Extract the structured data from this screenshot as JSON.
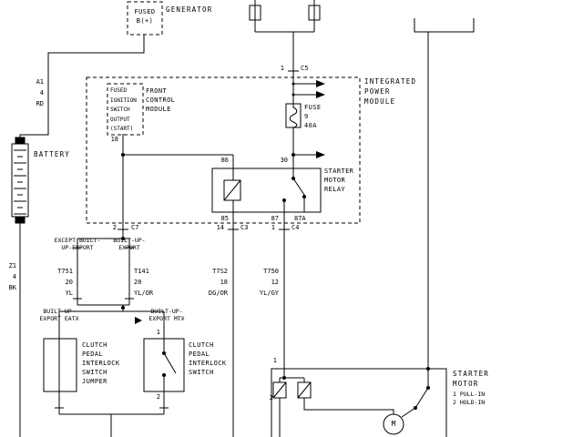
{
  "diagram": {
    "labels": {
      "fused_b_plus": "FUSED\nB(+)",
      "generator": "GENERATOR",
      "wire_a1": "A1\n4\nRD",
      "battery": "BATTERY",
      "wire_z1": "Z1\n4\nBK",
      "c5_pin": "1",
      "c5_name": "C5",
      "ipm": "INTEGRATED\nPOWER\nMODULE",
      "fused_ignition": "FUSED\nIGNITION\nSWITCH\nOUTPUT\n(START)",
      "front_control_module": "FRONT\nCONTROL\nMODULE",
      "pin_18": "18",
      "fuse": "FUSE\n9\n40A",
      "relay_name": "STARTER\nMOTOR\nRELAY",
      "pin_86": "86",
      "pin_30": "30",
      "pin_85": "85",
      "pin_87": "87",
      "pin_87a": "87A",
      "c7_pin": "2",
      "c7_name": "C7",
      "c3_pin": "14",
      "c3_name": "C3",
      "c4_pin": "1",
      "c4_name": "C4",
      "except_built_up": "EXCEPT BUILT-\nUP-EXPORT",
      "built_up": "BUILT-UP-\nEXPORT",
      "wire_t751": "T751\n20\nYL",
      "wire_t141": "T141\n20\nYL/OR",
      "built_up_eatx": "BUILT-UP-\nEXPORT EATX",
      "built_up_mtx": "BUILT-UP-\nEXPORT MTX",
      "wire_t7s2": "T7S2\n18\nDG/OR",
      "wire_t750": "T750\n12\nYL/GY",
      "clutch_jumper": "CLUTCH\nPEDAL\nINTERLOCK\nSWITCH\nJUMPER",
      "clutch_switch": "CLUTCH\nPEDAL\nINTERLOCK\nSWITCH",
      "switch_pin_1": "1",
      "switch_pin_2": "2",
      "starter_pin_1": "1",
      "starter_pin_2": "2",
      "starter_motor": "STARTER\nMOTOR",
      "starter_notes": "1 PULL-IN\n2 HOLD-IN",
      "motor_m": "M"
    },
    "colors": {
      "line": "#000000",
      "background": "#ffffff"
    }
  }
}
